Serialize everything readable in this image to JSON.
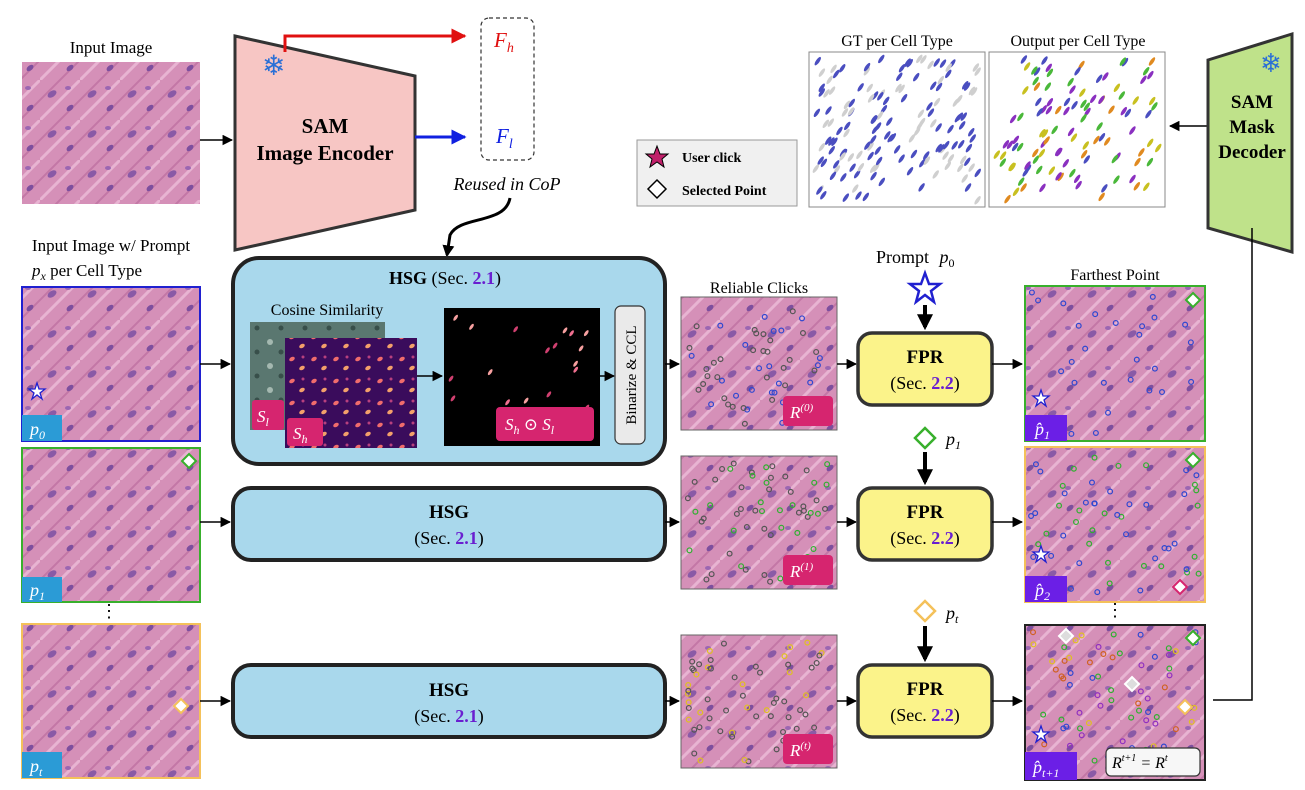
{
  "colors": {
    "encoder_fill": "#f7c6c4",
    "decoder_fill": "#bfe28a",
    "hsg_fill": "#a9d8ec",
    "fpr_fill": "#fbf38a",
    "tissue": "#d98fb9",
    "badge_blue": "#2b9bd6",
    "badge_purple": "#6b1fe6",
    "badge_pink": "#d6256f",
    "section_ref": "#6a1fd0",
    "arrow_fh": "#e01010",
    "arrow_fl": "#1020e0",
    "frame_p0": "#2020d0",
    "frame_p1": "#38b02c",
    "frame_pt": "#f4c15a"
  },
  "labels": {
    "input_image": "Input Image",
    "input_prompt_line1": "Input Image w/ Prompt",
    "input_prompt_line2_var": "p",
    "input_prompt_line2_sub": "x",
    "input_prompt_line2_rest": " per Cell Type",
    "encoder_line1": "SAM",
    "encoder_line2": "Image Encoder",
    "fh_var": "F",
    "fh_sub": "h",
    "fl_var": "F",
    "fl_sub": "l",
    "reused": "Reused in CoP",
    "gt_title": "GT per Cell Type",
    "output_title": "Output per Cell Type",
    "decoder_line1": "SAM",
    "decoder_line2": "Mask",
    "decoder_line3": "Decoder",
    "legend_user_click": "User click",
    "legend_selected_point": "Selected Point",
    "hsg_title": "HSG",
    "sec_open": " (Sec. ",
    "sec_close": ")",
    "sec_open_nl": "(Sec. ",
    "sec_hsg": "2.1",
    "sec_fpr": "2.2",
    "cosine_similarity": "Cosine Similarity",
    "binarize_ccl": "Binarize & CCL",
    "sl_var": "S",
    "sl_sub": "l",
    "sh_var": "S",
    "sh_sub": "h",
    "odot": " ⊙ ",
    "reliable_clicks": "Reliable Clicks",
    "r_var": "R",
    "r0_sup": "(0)",
    "r1_sup": "(1)",
    "rt_sup": "(t)",
    "fpr_title": "FPR",
    "prompt_word": "Prompt ",
    "p_var": "p",
    "sub_0": "0",
    "sub_1": "1",
    "sub_t": "t",
    "farthest_point": "Farthest Point",
    "phat_var": "p̂",
    "sub_2": "2",
    "sub_t1": "t+1",
    "eq_sup": "t+1",
    "eq_eq": " = ",
    "eq_sup2": "t",
    "ellipsis": "⋮"
  }
}
